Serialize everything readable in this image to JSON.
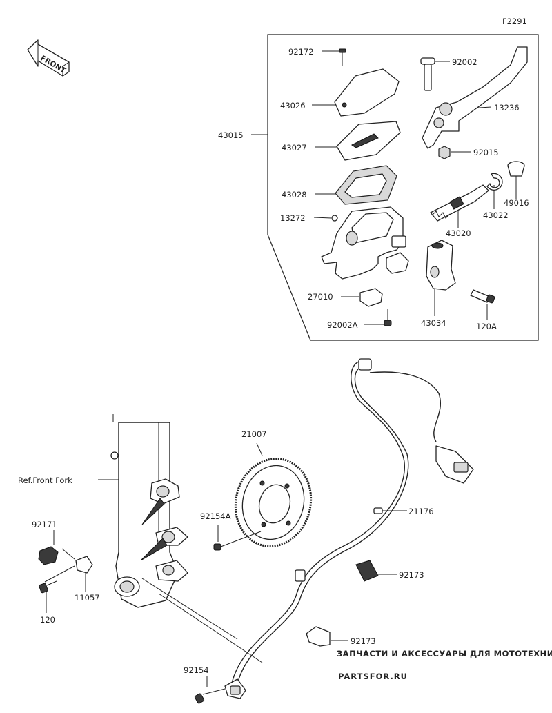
{
  "diagram_code": "F2291",
  "front_label": "FRONT",
  "ref_front_fork": "Ref.Front Fork",
  "parts": {
    "p92172": "92172",
    "p92002": "92002",
    "p43026": "43026",
    "p13236": "13236",
    "p43015": "43015",
    "p43027": "43027",
    "p92015": "92015",
    "p43028": "43028",
    "p49016": "49016",
    "p13272": "13272",
    "p43020": "43020",
    "p43022": "43022",
    "p27010": "27010",
    "p43034": "43034",
    "p92002A": "92002A",
    "p120A": "120A",
    "p21007": "21007",
    "p92154A": "92154A",
    "p21176": "21176",
    "p92171": "92171",
    "p11057": "11057",
    "p120": "120",
    "p92173a": "92173",
    "p92173b": "92173",
    "p92154": "92154"
  },
  "watermark": {
    "tagline": "ЗАПЧАСТИ И АКСЕССУАРЫ ДЛЯ МОТОТЕХНИКИ",
    "logo": "PARTSFOR.RU"
  }
}
